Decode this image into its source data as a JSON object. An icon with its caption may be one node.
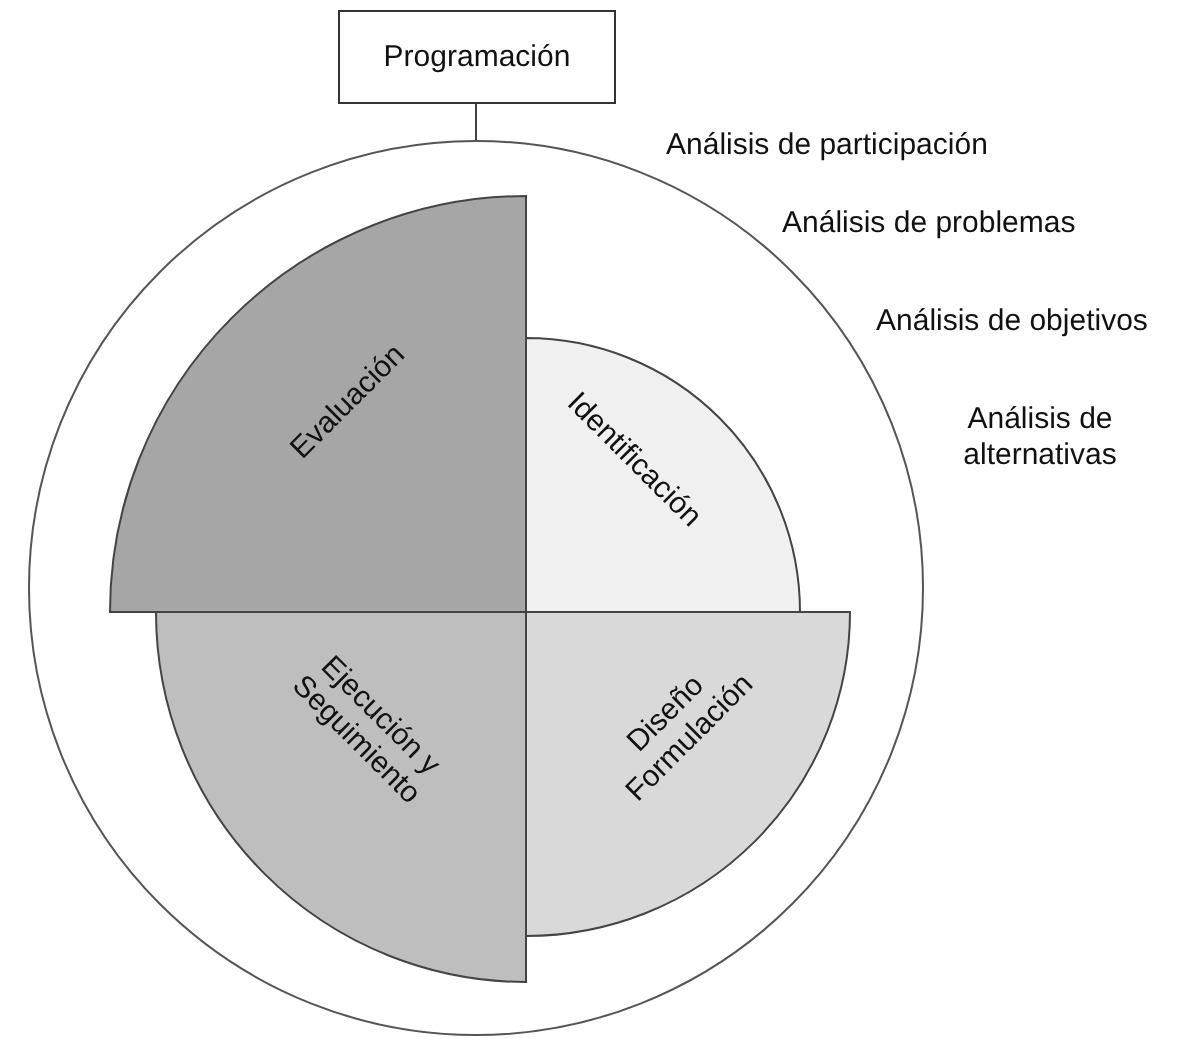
{
  "diagram": {
    "nodes": [
      {
        "text": [
          "Programación"
        ]
      },
      {
        "text": [],
        "shape": "circle"
      },
      {
        "text": [
          "Evaluación"
        ],
        "in": 1
      },
      {
        "text": [
          "Identificación"
        ],
        "in": 1
      },
      {
        "text": [
          "Ejecución y Seguimiento"
        ],
        "in": 1
      },
      {
        "text": [
          "Diseño Formulación"
        ],
        "in": 1
      }
    ],
    "edges": [
      {
        "from": 0,
        "to": 1,
        "arrow": "none"
      }
    ],
    "labels": [
      "Análisis de participación",
      "Análisis de problemas",
      "Análisis de objetivos",
      "Análisis de alternativas"
    ]
  }
}
